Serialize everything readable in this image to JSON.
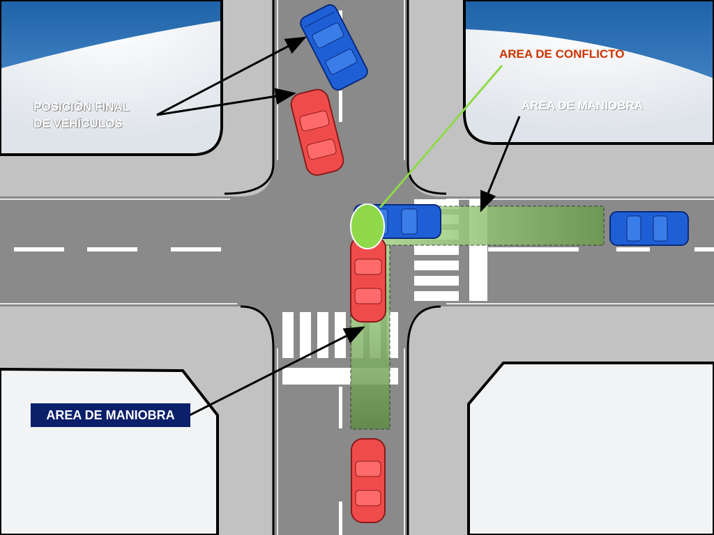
{
  "labels": {
    "final_position_line1": "POSICIÓN FINAL",
    "final_position_line2": "DE VEHÍCULOS",
    "conflict_area": "AREA DE CONFLICTO",
    "maneuver_area_right": "AREA DE MANIOBRA",
    "maneuver_area_left": "AREA DE MANIOBRA"
  },
  "colors": {
    "road": "#8a8a8a",
    "sidewalk": "#c2c2c2",
    "block": "#f2f3f5",
    "sky": "#1e63a8",
    "maneuver_area": "#6f9f4a",
    "conflict_area": "#8fd94a",
    "red_vehicle": "#f04b4b",
    "blue_vehicle": "#1f5fd6",
    "conflict_label": "#cc3300",
    "maneuver_label_bg": "#0b1f6b"
  },
  "vehicles": [
    {
      "name": "blue-vehicle-final-position",
      "color": "blue"
    },
    {
      "name": "red-vehicle-final-position",
      "color": "red"
    },
    {
      "name": "blue-vehicle-at-conflict",
      "color": "blue"
    },
    {
      "name": "red-vehicle-at-conflict",
      "color": "red"
    },
    {
      "name": "blue-vehicle-approaching",
      "color": "blue"
    },
    {
      "name": "red-vehicle-approaching",
      "color": "red"
    }
  ]
}
